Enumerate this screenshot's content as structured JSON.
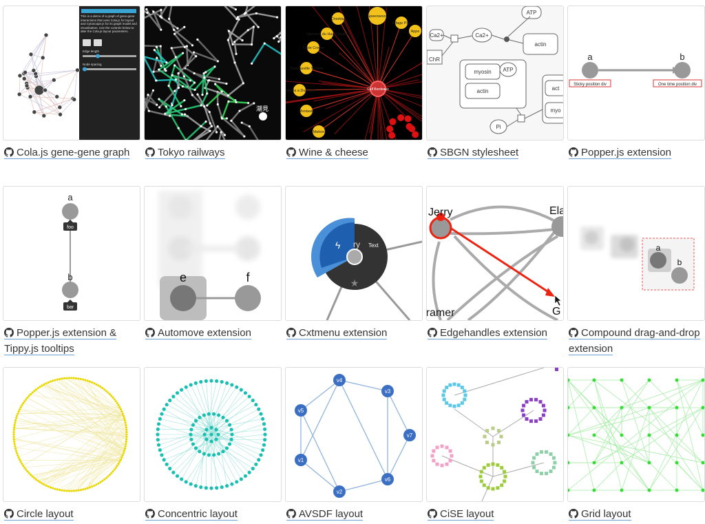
{
  "cards": [
    {
      "title": "Cola.js gene-gene graph",
      "thumb": {
        "panel_text": "This is a demo of a graph of gene-gene interactions that uses Cola.js for layout and Cytoscape.js for its graph model and visualisation. Use the controls below to alter the Cola.js layout parameters.",
        "label_edge_length": "Edge length",
        "label_node_spacing": "Node spacing"
      }
    },
    {
      "title": "Tokyo railways",
      "thumb": {
        "station_label": "潮見"
      }
    },
    {
      "title": "Wine & cheese",
      "thumb": {
        "hub_label": "Cell Bordeaux",
        "labels": [
          "Cheddar",
          "Speenwood",
          "Alfage Pitu",
          "Appe",
          "Vacherin du Haut-Doubs",
          "Triple Creme",
          "Thomasville Tomme",
          "Robiola a Due Latti",
          "Montasio",
          "Mahon"
        ]
      }
    },
    {
      "title": "SBGN stylesheet",
      "thumb": {
        "labels": [
          "Ca2+",
          "Ca2+",
          "ChR",
          "ATP",
          "actin",
          "myosin",
          "ATP",
          "actin",
          "Pi",
          "act",
          "myo"
        ]
      }
    },
    {
      "title": "Popper.js extension",
      "thumb": {
        "node_a": "a",
        "node_b": "b",
        "sticky_label": "Sticky position div",
        "onetime_label": "One time position div"
      }
    },
    {
      "title": "Popper.js extension & Tippy.js tooltips",
      "thumb": {
        "node_a": "a",
        "node_b": "b",
        "tip_a": "foo",
        "tip_b": "bar"
      }
    },
    {
      "title": "Automove extension",
      "thumb": {
        "node_e": "e",
        "node_f": "f"
      }
    },
    {
      "title": "Cxtmenu extension",
      "thumb": {
        "label_ry": "ry",
        "label_text": "Text"
      }
    },
    {
      "title": "Edgehandles extension",
      "thumb": {
        "jerry": "Jerry",
        "ela": "Ela",
        "kramer": "Kramer",
        "g": "G"
      }
    },
    {
      "title": "Compound drag-and-drop extension",
      "thumb": {
        "node_a": "a",
        "node_b": "b"
      }
    },
    {
      "title": "Circle layout",
      "thumb": {}
    },
    {
      "title": "Concentric layout",
      "thumb": {}
    },
    {
      "title": "AVSDF layout",
      "thumb": {
        "nodes": [
          "v1",
          "v2",
          "v3",
          "v4",
          "v5",
          "v6",
          "v7"
        ]
      }
    },
    {
      "title": "CiSE layout",
      "thumb": {}
    },
    {
      "title": "Grid layout",
      "thumb": {}
    }
  ],
  "colors": {
    "link_underline": "#6a9fd8",
    "node_gray": "#999999",
    "avsdf_node": "#3a6fc4",
    "concentric": "#1bbfb2",
    "circle": "#e8d800",
    "grid": "#33dd33",
    "edge_red": "#ee2211"
  },
  "icons": {
    "caption_icon": "github-icon"
  }
}
